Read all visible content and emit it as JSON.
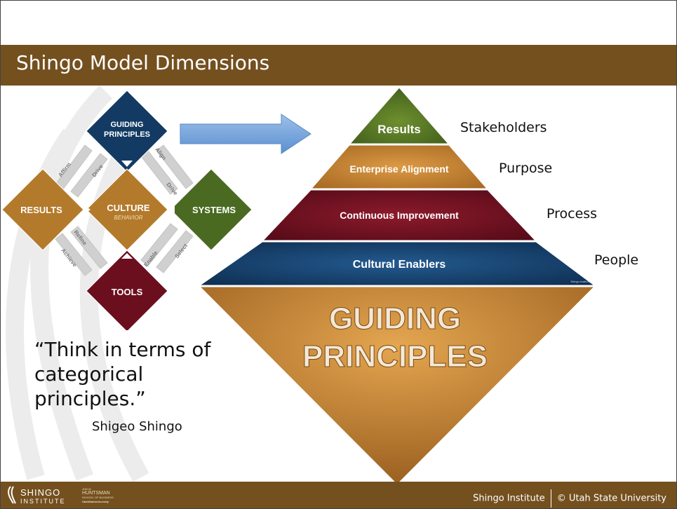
{
  "slide": {
    "title": "Shingo Model Dimensions",
    "quote": "“Think in terms of categorical principles.”",
    "attribution": "Shigeo Shingo"
  },
  "diamond_model": {
    "guiding_line1": "GUIDING",
    "guiding_line2": "PRINCIPLES",
    "results": "RESULTS",
    "culture": "CULTURE",
    "behavior": "BEHAVIOR",
    "systems": "SYSTEMS",
    "tools": "TOOLS",
    "arrows": {
      "affirm": "Affirm",
      "drive_left": "Drive",
      "align": "Align",
      "drive_right": "Drive",
      "refine": "Refine",
      "achieve": "Achieve",
      "enable": "Enable",
      "select": "Select"
    }
  },
  "pyramid": {
    "results": "Results",
    "enterprise_alignment": "Enterprise Alignment",
    "continuous_improvement": "Continuous Improvement",
    "cultural_enablers": "Cultural Enablers",
    "guiding_line1": "GUIDING",
    "guiding_line2": "PRINCIPLES",
    "watermark": "Shingo Institute"
  },
  "stakeholders": {
    "stakeholders": "Stakeholders",
    "purpose": "Purpose",
    "process": "Process",
    "people": "People"
  },
  "footer": {
    "logo_line1": "SHINGO",
    "logo_line2": "INSTITUTE",
    "huntsman_line1": "JON M.",
    "huntsman_line2": "HUNTSMAN",
    "huntsman_line3": "SCHOOL OF BUSINESS",
    "huntsman_line4": "UtahStateUniversity",
    "institute": "Shingo Institute",
    "university": "© Utah State University"
  },
  "colors": {
    "brown": "#74501f",
    "orange": "#c6852e",
    "green": "#4a6a22",
    "maroon": "#6b0f1f",
    "navy": "#133a63"
  }
}
